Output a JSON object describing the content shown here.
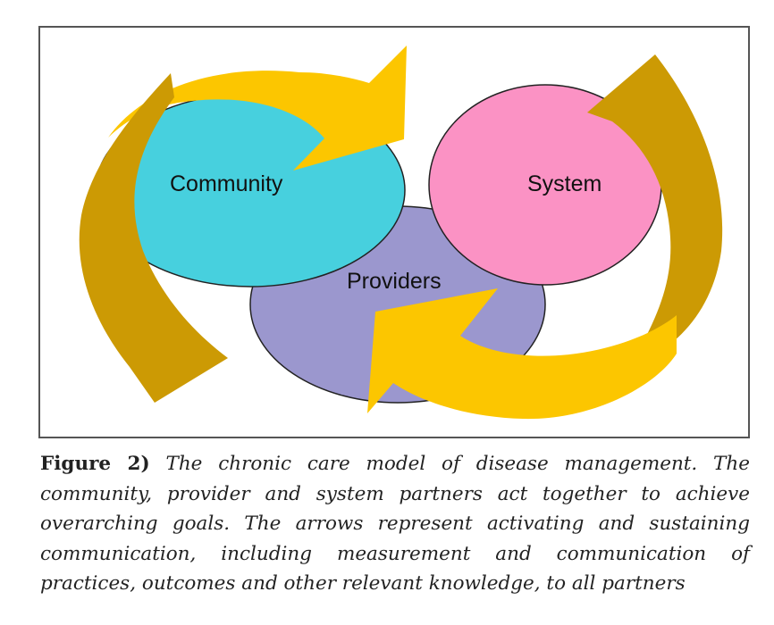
{
  "diagram": {
    "nodes": [
      {
        "id": "community",
        "label": "Community",
        "color": "#47d0de"
      },
      {
        "id": "system",
        "label": "System",
        "color": "#fb92c4"
      },
      {
        "id": "providers",
        "label": "Providers",
        "color": "#9b97ce"
      }
    ],
    "arrow_colors": {
      "bright": "#fcc600",
      "dark": "#cc9a04"
    },
    "frame_color": "#555555"
  },
  "caption": {
    "label": "Figure 2)",
    "text": "The chronic care model of disease management. The community, provider and system partners act together to achieve overarching goals. The arrows represent activating and sustaining communication, including measurement and communication of practices, outcomes and other relevant knowledge, to all partners"
  }
}
